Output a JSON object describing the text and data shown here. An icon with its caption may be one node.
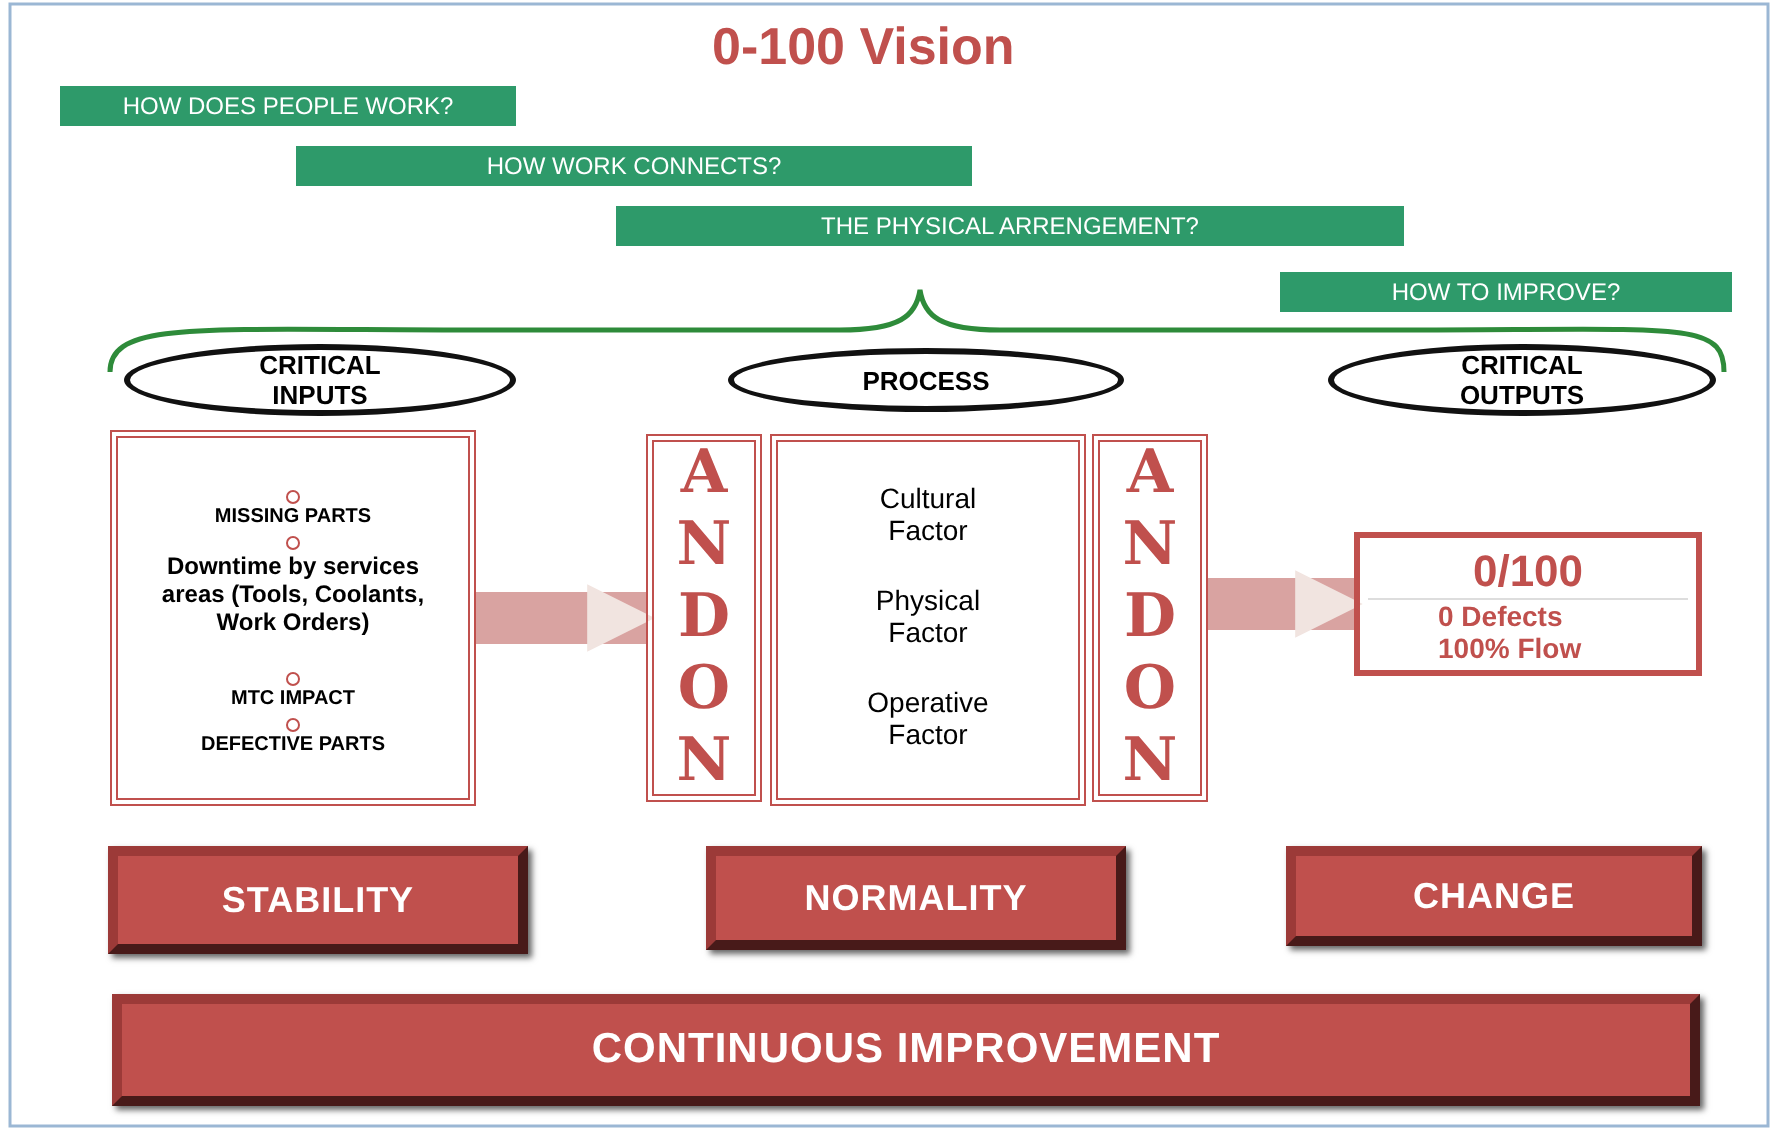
{
  "diagram": {
    "title": "0-100 Vision",
    "nodes": [
      {
        "text": [
          "HOW DOES PEOPLE WORK?"
        ]
      },
      {
        "text": [
          "HOW WORK CONNECTS?"
        ]
      },
      {
        "text": [
          "THE PHYSICAL ARRENGEMENT?"
        ]
      },
      {
        "text": [
          "HOW TO IMPROVE?"
        ]
      },
      {
        "text": [
          "CRITICAL INPUTS"
        ]
      },
      {
        "text": [
          "PROCESS"
        ]
      },
      {
        "text": [
          "CRITICAL OUTPUTS"
        ]
      },
      {
        "text": [
          "MISSING PARTS",
          "Downtime by services areas (Tools, Coolants, Work Orders)",
          "MTC IMPACT",
          "DEFECTIVE PARTS"
        ]
      },
      {
        "text": [
          "ANDON"
        ]
      },
      {
        "text": [
          "Cultural Factor",
          "Physical Factor",
          "Operative Factor"
        ]
      },
      {
        "text": [
          "ANDON"
        ]
      },
      {
        "text": [
          "0/100",
          "0 Defects 100% Flow"
        ]
      },
      {
        "text": [
          "STABILITY"
        ]
      },
      {
        "text": [
          "NORMALITY"
        ]
      },
      {
        "text": [
          "CHANGE"
        ]
      },
      {
        "text": [
          "CONTINUOUS IMPROVEMENT"
        ]
      }
    ],
    "edges": [
      {
        "from": 7,
        "to": 8,
        "arrow": "to"
      },
      {
        "from": 10,
        "to": 11,
        "arrow": "to"
      }
    ]
  }
}
